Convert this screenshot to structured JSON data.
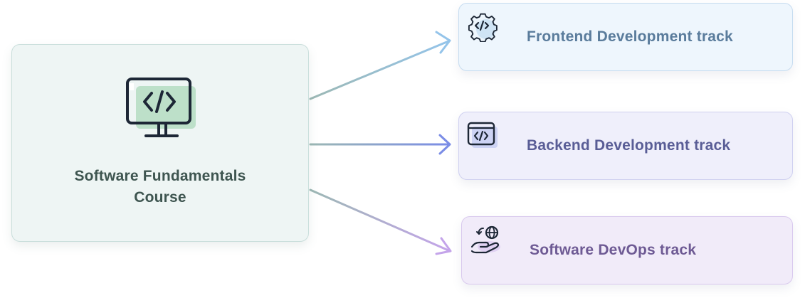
{
  "source": {
    "label_line1": "Software Fundamentals",
    "label_line2": "Course",
    "icon": "monitor-code-icon"
  },
  "tracks": [
    {
      "label": "Frontend Development track",
      "icon": "gear-code-icon",
      "color": "#5a7c9c"
    },
    {
      "label": "Backend Development track",
      "icon": "browser-code-icon",
      "color": "#595d96"
    },
    {
      "label": "Software DevOps track",
      "icon": "hand-globe-icon",
      "color": "#6e5a94"
    }
  ],
  "colors": {
    "source_bg": "#eef5f4",
    "source_text": "#3e5550",
    "frontend_bg": "#eef6fd",
    "backend_bg": "#efeffb",
    "devops_bg": "#f1ebf9",
    "arrow_start": "#9cb8b4",
    "arrow_frontend": "#94c4ea",
    "arrow_backend": "#7b8de6",
    "arrow_devops": "#c4a4ea"
  }
}
